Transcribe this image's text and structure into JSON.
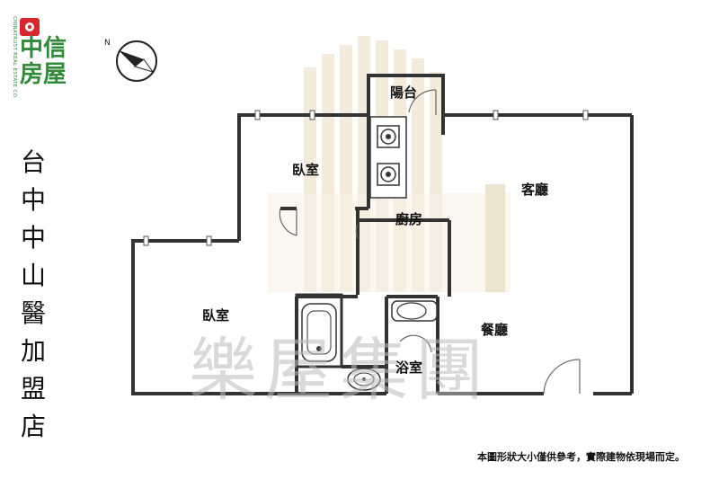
{
  "brand": {
    "name_lines": [
      "中信",
      "房屋"
    ],
    "english": "CHINATRUST REAL ESTATE CO.",
    "logo_color": "#d9262e",
    "brand_color": "#2f8a3a"
  },
  "store": {
    "name_chars": [
      "台",
      "中",
      "中",
      "山",
      "醫",
      "加",
      "盟",
      "店"
    ]
  },
  "floorplan": {
    "rooms": {
      "balcony": "陽台",
      "bedroom_upper": "臥室",
      "living_room": "客廳",
      "kitchen": "廚房",
      "bedroom_lower": "臥室",
      "dining_room": "餐廳",
      "bathroom": "浴室"
    },
    "watermark": "樂屋集團",
    "compass_icon": "north-arrow-icon"
  },
  "disclaimer": "本圖形狀大小僅供參考，實際建物依現場而定。"
}
